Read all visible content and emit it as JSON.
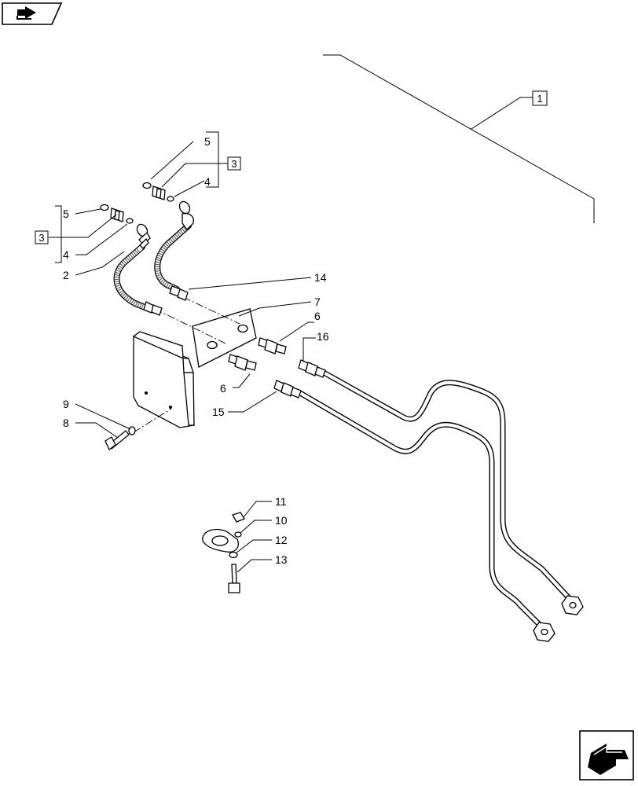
{
  "callouts": {
    "c1": "1",
    "c2": "2",
    "c3a": "3",
    "c3b": "3",
    "c4a": "4",
    "c4b": "4",
    "c5a": "5",
    "c5b": "5",
    "c6a": "6",
    "c6b": "6",
    "c7": "7",
    "c8": "8",
    "c9": "9",
    "c10": "10",
    "c11": "11",
    "c12": "12",
    "c13": "13",
    "c14": "14",
    "c15": "15",
    "c16": "16"
  },
  "icons": {
    "top_left": "back-arrow-icon",
    "bottom_right": "next-page-arrow-icon"
  }
}
